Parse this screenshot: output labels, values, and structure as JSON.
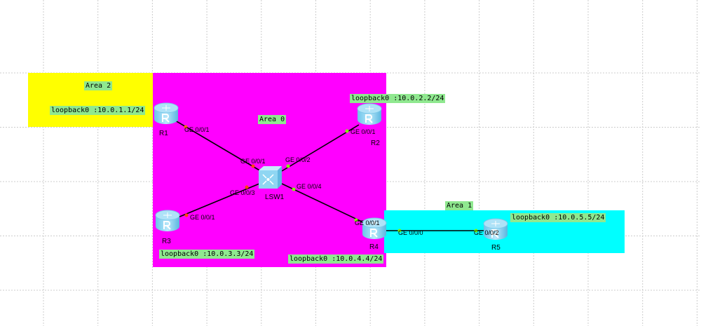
{
  "areas": [
    {
      "name": "Area 2",
      "color": "#ffff00"
    },
    {
      "name": "Area 0",
      "color": "#ff00ff"
    },
    {
      "name": "Area 1",
      "color": "#00ffff"
    }
  ],
  "devices": {
    "r1": "R1",
    "r2": "R2",
    "r3": "R3",
    "r4": "R4",
    "r5": "R5",
    "lsw1": "LSW1"
  },
  "loopbacks": {
    "r1": "loopback0 :10.0.1.1/24",
    "r2": "loopback0 :10.0.2.2/24",
    "r3": "loopback0 :10.0.3.3/24",
    "r4": "loopback0 :10.0.4.4/24",
    "r5": "loopback0 :10.0.5.5/24"
  },
  "ports": {
    "r1": "GE 0/0/1",
    "lsw1_r1": "GE 0/0/1",
    "r2": "GE 0/0/1",
    "lsw1_r2": "GE 0/0/2",
    "r3": "GE 0/0/1",
    "lsw1_r3": "GE 0/0/3",
    "r4_up": "GE 0/0/1",
    "lsw1_r4": "GE 0/0/4",
    "r4_r5": "GE 0/0/0",
    "r5": "GE 0/0/2"
  }
}
